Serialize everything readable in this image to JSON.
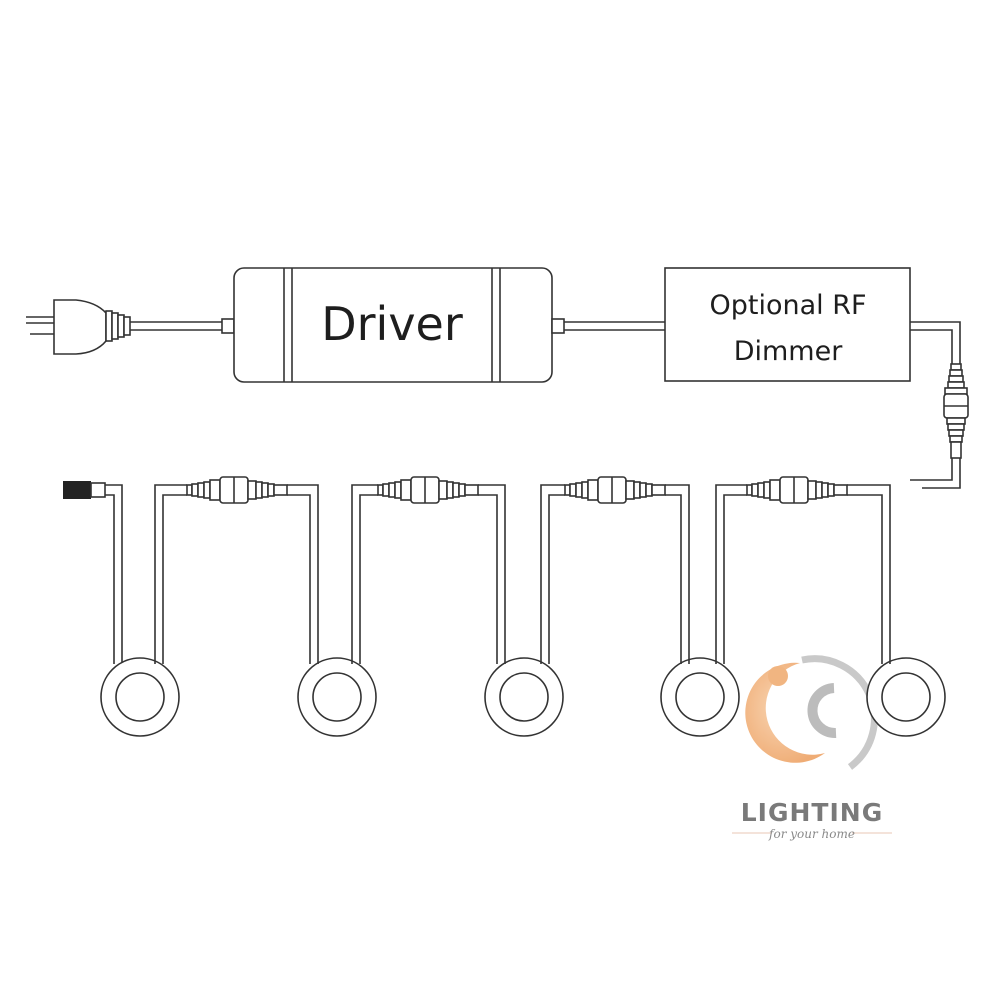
{
  "driver": {
    "label": "Driver"
  },
  "dimmer": {
    "line1": "Optional RF",
    "line2": "Dimmer"
  },
  "logo": {
    "brand": "LIGHTING",
    "tagline": "for your home",
    "accent_color": "#f2b784",
    "ring_color": "#b9b9b9"
  },
  "colors": {
    "line": "#333333",
    "plug_end": "#222222",
    "background": "#ffffff"
  },
  "icons": [
    "power-plug-icon",
    "connector-icon",
    "downlight-icon",
    "end-cap-icon"
  ]
}
